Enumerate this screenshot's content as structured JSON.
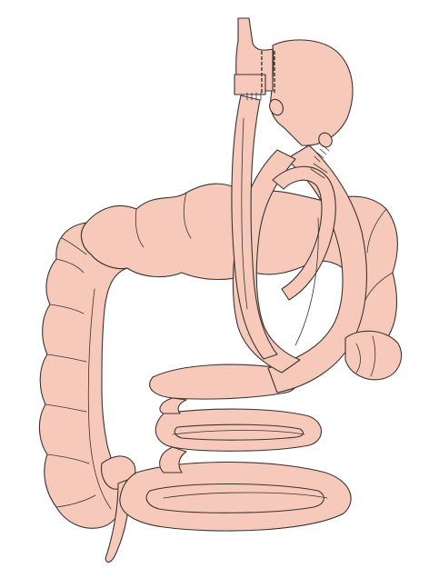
{
  "figure": {
    "colors": {
      "tissue": "#f6c9bb",
      "outline": "#3b3330",
      "background": "#ffffff"
    },
    "parts": [
      "esophagus",
      "gastric-pouch",
      "colon",
      "small-intestine-loops",
      "anastomosis-staples"
    ]
  }
}
